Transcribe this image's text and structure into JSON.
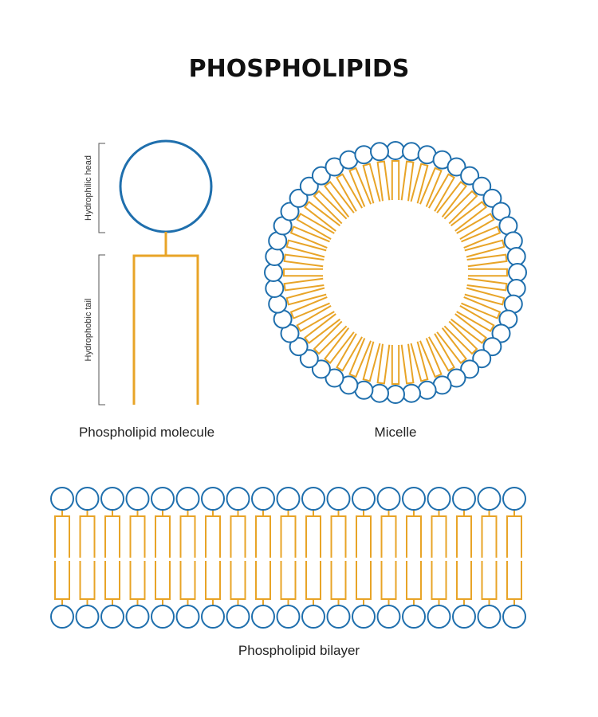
{
  "title": "PHOSPHOLIPIDS",
  "molecule": {
    "caption": "Phospholipid molecule",
    "head_label": "Hydrophilic head",
    "tail_label": "Hydrophobic tail"
  },
  "micelle": {
    "caption": "Micelle",
    "head_count": 48
  },
  "bilayer": {
    "caption": "Phospholipid bilayer",
    "unit_count": 19
  },
  "colors": {
    "head": "#1f6fad",
    "tail": "#e8a427",
    "text": "#222222"
  }
}
